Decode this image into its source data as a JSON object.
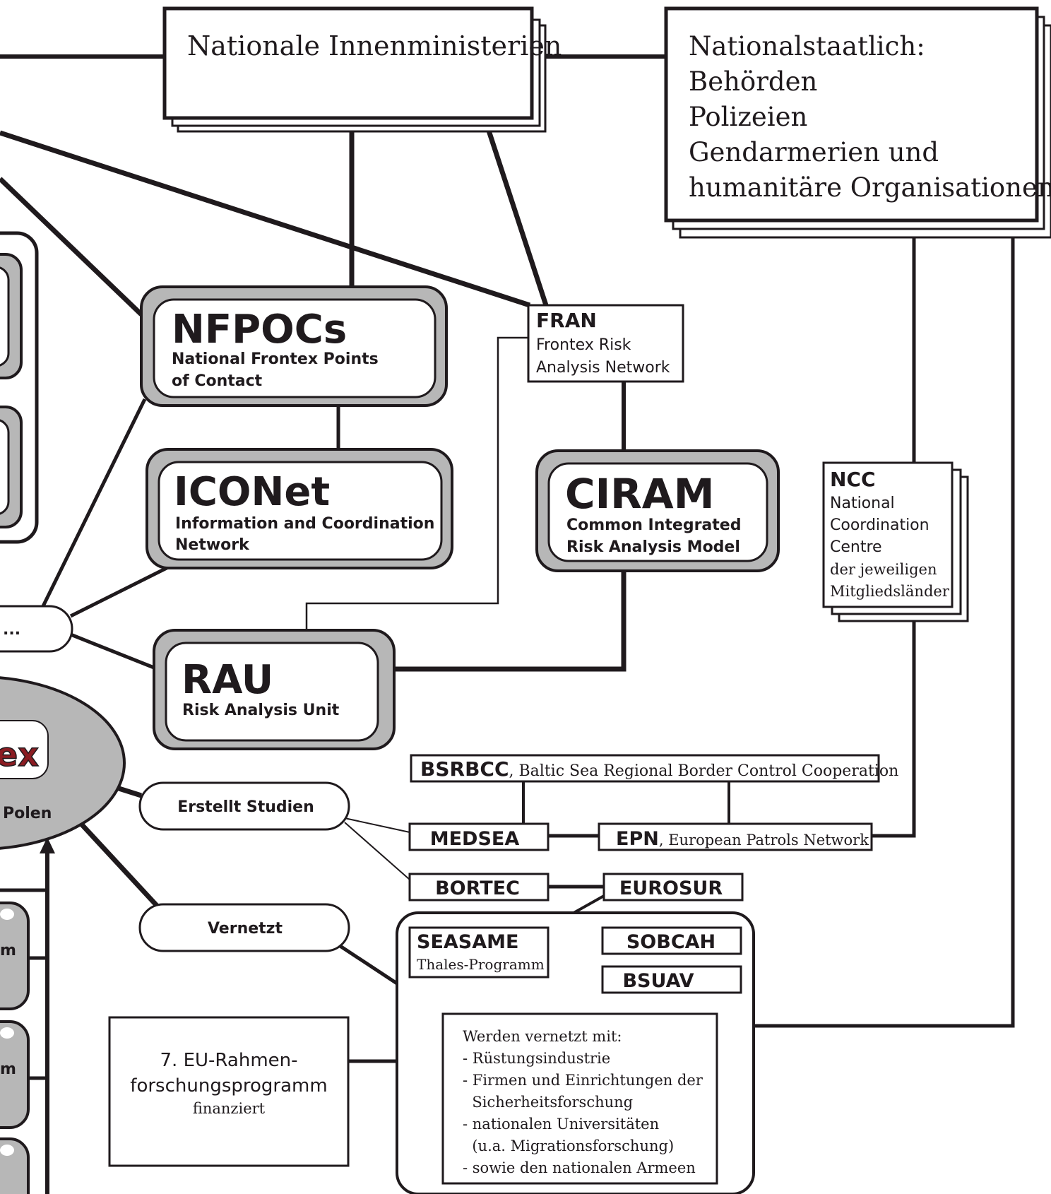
{
  "colors": {
    "ink": "#1f1a1d",
    "box_gray": "#b7b7b7",
    "logo_red": "#8b1c22"
  },
  "ministerien": {
    "title": "Nationale Innenministerien"
  },
  "national": {
    "title": "Nationalstaatlich:",
    "lines": [
      "Behörden",
      "Polizeien",
      "Gendarmerien und",
      "humanitäre Organisationen"
    ]
  },
  "nfpocs": {
    "title": "NFPOCs",
    "subtitle_1": "National Frontex Points",
    "subtitle_2": "of Contact"
  },
  "iconet": {
    "title": "ICONet",
    "subtitle_1": "Information and Coordination",
    "subtitle_2": "Network"
  },
  "fran": {
    "title": "FRAN",
    "line_1": "Frontex Risk",
    "line_2": "Analysis Network"
  },
  "ciram": {
    "title": "CIRAM",
    "subtitle_1": "Common Integrated",
    "subtitle_2": "Risk Analysis Model"
  },
  "rau": {
    "title": "RAU",
    "subtitle": "Risk Analysis Unit"
  },
  "ncc": {
    "title": "NCC",
    "line_1": "National",
    "line_2": "Coordination",
    "line_3": "Centre",
    "line_4": "der jeweiligen",
    "line_5": "Mitgliedsländer"
  },
  "frontex": {
    "logo_fragment": "ex",
    "location_fragment": "Polen"
  },
  "ellipsis_label": "...",
  "studien": {
    "label": "Erstellt Studien"
  },
  "vernetzt": {
    "label": "Vernetzt"
  },
  "bsrbcc": {
    "abbr": "BSRBCC",
    "full": ", Baltic Sea Regional Border Control Cooperation"
  },
  "medsea": {
    "label": "MEDSEA"
  },
  "epn": {
    "abbr": "EPN",
    "full": ", European Patrols Network"
  },
  "bortec": {
    "label": "BORTEC"
  },
  "eurosur": {
    "label": "EUROSUR"
  },
  "seasame": {
    "title": "SEASAME",
    "subtitle": "Thales-Programm"
  },
  "sobcah": {
    "label": "SOBCAH"
  },
  "bsuav": {
    "label": "BSUAV"
  },
  "vernetzt_mit": {
    "heading": "Werden vernetzt mit:",
    "lines": [
      "- Rüstungsindustrie",
      "- Firmen und Einrichtungen der",
      "  Sicherheitsforschung",
      "- nationalen Universitäten",
      "  (u.a. Migrationsforschung)",
      "- sowie den nationalen Armeen"
    ]
  },
  "eu_rahmen": {
    "line_1": "7. EU-Rahmen-",
    "line_2": "forschungsprogramm",
    "line_3": "finanziert"
  },
  "left_cylinders": {
    "fragment": "m"
  }
}
